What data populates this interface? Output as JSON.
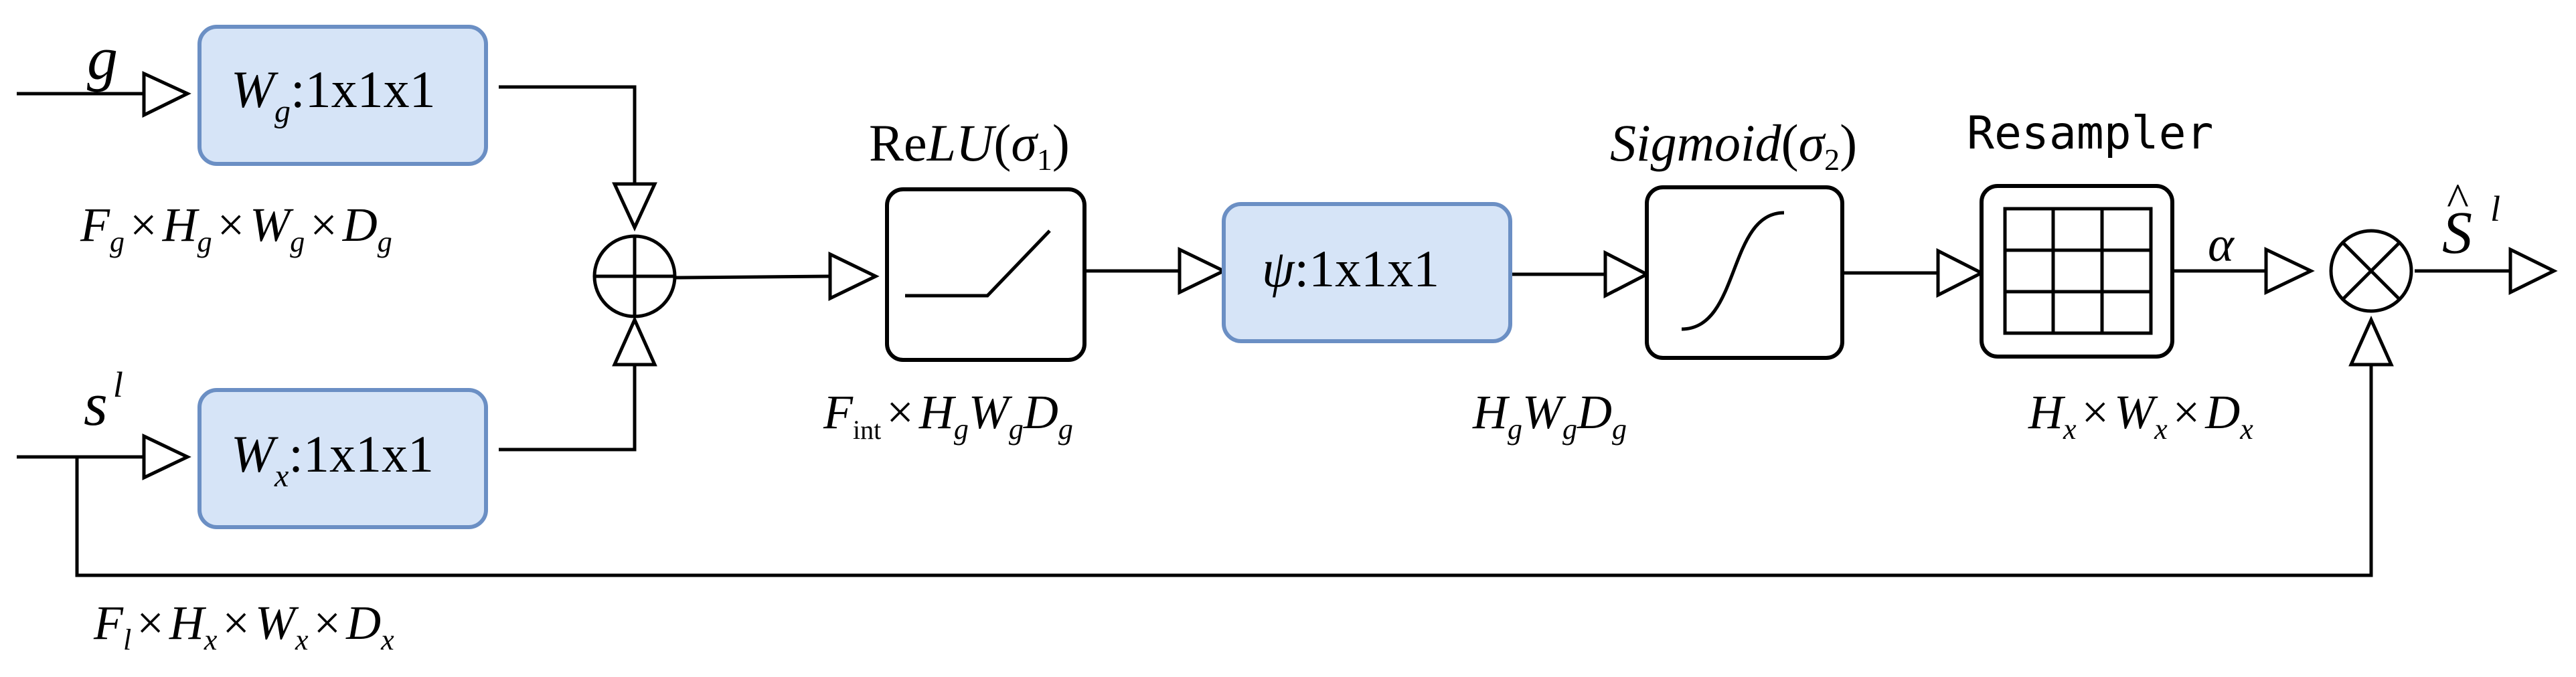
{
  "inputs": {
    "gate": "g",
    "skip_base": "s",
    "skip_sup": "l"
  },
  "blocks": {
    "wg": {
      "sym": "W",
      "sub": "g",
      "op": ":1x1x1"
    },
    "wx": {
      "sym": "W",
      "sub": "x",
      "op": ":1x1x1"
    },
    "psi": {
      "sym": "ψ",
      "op": ":1x1x1"
    },
    "relu": {
      "pre": "Re",
      "italic": "LU",
      "open": "(",
      "sym": "σ",
      "sub": "1",
      "close": ")"
    },
    "sigmoid": {
      "italic": "Sigmoid",
      "open": "(",
      "sym": "σ",
      "sub": "2",
      "close": ")"
    },
    "resampler": {
      "label": "Resampler"
    }
  },
  "dims": {
    "g": {
      "F": "F",
      "Fs": "g",
      "H": "H",
      "Hs": "g",
      "W": "W",
      "Ws": "g",
      "D": "D",
      "Ds": "g",
      "x": "×"
    },
    "int": {
      "F": "F",
      "Fs": "int",
      "H": "H",
      "Hs": "g",
      "W": "W",
      "Ws": "g",
      "D": "D",
      "Ds": "g",
      "x": "×"
    },
    "psi_out": {
      "H": "H",
      "Hs": "g",
      "W": "W",
      "Ws": "g",
      "D": "D",
      "Ds": "g"
    },
    "res_out": {
      "H": "H",
      "Hs": "x",
      "W": "W",
      "Ws": "x",
      "D": "D",
      "Ds": "x",
      "x": "×"
    },
    "l": {
      "F": "F",
      "Fs": "l",
      "H": "H",
      "Hs": "x",
      "W": "W",
      "Ws": "x",
      "D": "D",
      "Ds": "x",
      "x": "×"
    }
  },
  "outputs": {
    "alpha": "α",
    "out_base": "S",
    "out_hat": "^",
    "out_sup": "l"
  },
  "colors": {
    "conv_fill": "#d6e4f7",
    "conv_stroke": "#6b8fc4",
    "line": "#000000"
  }
}
